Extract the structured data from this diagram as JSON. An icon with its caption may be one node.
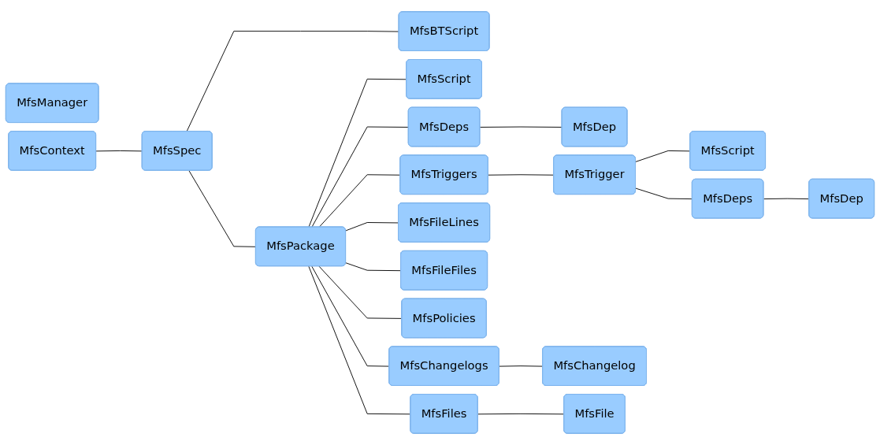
{
  "diagram": {
    "nodes": [
      {
        "text": [
          "MfsManager"
        ]
      },
      {
        "text": [
          "MfsContext"
        ]
      },
      {
        "text": [
          "MfsSpec"
        ]
      },
      {
        "text": [
          "MfsBTScript"
        ]
      },
      {
        "text": [
          "MfsPackage"
        ]
      },
      {
        "text": [
          "MfsScript"
        ]
      },
      {
        "text": [
          "MfsDeps"
        ]
      },
      {
        "text": [
          "MfsTriggers"
        ]
      },
      {
        "text": [
          "MfsFileLines"
        ]
      },
      {
        "text": [
          "MfsFileFiles"
        ]
      },
      {
        "text": [
          "MfsPolicies"
        ]
      },
      {
        "text": [
          "MfsChangelogs"
        ]
      },
      {
        "text": [
          "MfsFiles"
        ]
      },
      {
        "text": [
          "MfsDep"
        ]
      },
      {
        "text": [
          "MfsTrigger"
        ]
      },
      {
        "text": [
          "MfsScript"
        ]
      },
      {
        "text": [
          "MfsDeps"
        ]
      },
      {
        "text": [
          "MfsDep"
        ]
      },
      {
        "text": [
          "MfsChangelog"
        ]
      },
      {
        "text": [
          "MfsFile"
        ]
      }
    ],
    "edges": [
      {
        "from": 1,
        "to": 2,
        "arrow": "none"
      },
      {
        "from": 2,
        "to": 3,
        "arrow": "none"
      },
      {
        "from": 2,
        "to": 4,
        "arrow": "none"
      },
      {
        "from": 4,
        "to": 5,
        "arrow": "none"
      },
      {
        "from": 4,
        "to": 6,
        "arrow": "none"
      },
      {
        "from": 4,
        "to": 7,
        "arrow": "none"
      },
      {
        "from": 4,
        "to": 8,
        "arrow": "none"
      },
      {
        "from": 4,
        "to": 9,
        "arrow": "none"
      },
      {
        "from": 4,
        "to": 10,
        "arrow": "none"
      },
      {
        "from": 4,
        "to": 11,
        "arrow": "none"
      },
      {
        "from": 4,
        "to": 12,
        "arrow": "none"
      },
      {
        "from": 6,
        "to": 13,
        "arrow": "none"
      },
      {
        "from": 7,
        "to": 14,
        "arrow": "none"
      },
      {
        "from": 14,
        "to": 15,
        "arrow": "none"
      },
      {
        "from": 14,
        "to": 16,
        "arrow": "none"
      },
      {
        "from": 16,
        "to": 17,
        "arrow": "none"
      },
      {
        "from": 11,
        "to": 18,
        "arrow": "none"
      },
      {
        "from": 12,
        "to": 19,
        "arrow": "none"
      }
    ]
  }
}
